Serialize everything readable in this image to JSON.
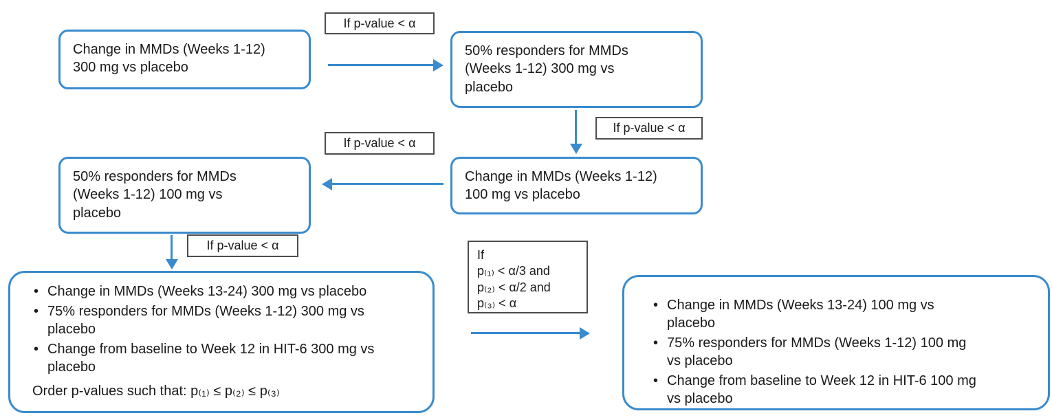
{
  "colors": {
    "accent": "#3a8bcd",
    "label_border": "#4d4d4d",
    "text": "#1a1a1a",
    "background": "#ffffff"
  },
  "flowchart": {
    "boxes": {
      "box1": {
        "lines": [
          "Change in MMDs (Weeks 1-12)",
          "300 mg vs placebo"
        ]
      },
      "box2": {
        "lines": [
          "50% responders for MMDs",
          "(Weeks 1-12) 300 mg vs",
          "placebo"
        ]
      },
      "box3": {
        "lines": [
          "Change in MMDs (Weeks 1-12)",
          "100 mg vs placebo"
        ]
      },
      "box4": {
        "lines": [
          "50% responders for MMDs",
          "(Weeks 1-12) 100 mg vs",
          "placebo"
        ]
      },
      "box5": {
        "bullets": [
          "Change in MMDs (Weeks 13-24) 300 mg vs placebo",
          "75% responders for MMDs (Weeks 1-12) 300 mg vs placebo",
          "Change from baseline to Week 12 in HIT-6 300 mg vs placebo"
        ],
        "footer": "Order p-values such that: p₍₁₎ ≤ p₍₂₎ ≤ p₍₃₎"
      },
      "box6": {
        "bullets": [
          "Change in MMDs (Weeks 13-24) 100 mg vs placebo",
          "75% responders for MMDs (Weeks 1-12) 100 mg vs placebo",
          "Change from baseline to Week 12 in HIT-6 100 mg vs placebo"
        ]
      }
    },
    "conditions": {
      "cond1": "If p-value < α",
      "cond2": "If p-value < α",
      "cond3": "If p-value < α",
      "cond4": "If p-value < α",
      "cond5_lines": [
        "If",
        "p₍₁₎ < α/3 and",
        "p₍₂₎ < α/2 and",
        "p₍₃₎ < α"
      ]
    }
  }
}
